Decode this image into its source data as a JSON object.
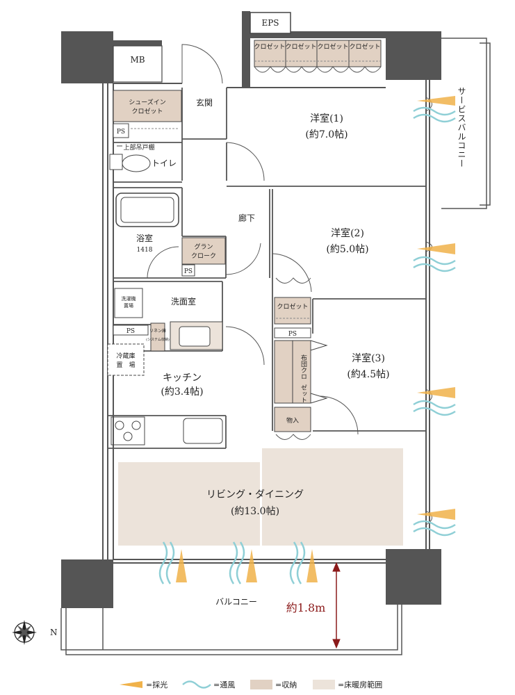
{
  "colors": {
    "storage": "#e1d1c3",
    "floor_heating": "#ece3da",
    "wall": "#555555",
    "light_arrow": "#f0b24a",
    "wind": "#8fcfd6",
    "dimension": "#8b1a1a"
  },
  "labels": {
    "eps": "EPS",
    "mb": "MB",
    "closets": [
      "クロゼット",
      "クロゼット",
      "クロゼット",
      "クロゼット"
    ],
    "shoes_closet": [
      "シューズイン",
      "クロゼット"
    ],
    "ps1": "PS",
    "entrance": "玄関",
    "upper_shelf": "上部吊戸棚",
    "toilet": "トイレ",
    "bath": "浴室",
    "bath_size": "1418",
    "grand_cloak": [
      "グラン",
      "クローク"
    ],
    "ps2": "PS",
    "hallway": "廊下",
    "washroom": "洗面室",
    "washer": [
      "洗濯機",
      "置場"
    ],
    "linen": [
      "リネン庫",
      "(システム収納)"
    ],
    "ps3": "PS",
    "fridge": [
      "冷蔵庫",
      "置　場"
    ],
    "kitchen": [
      "キッチン",
      "(約3.4帖)"
    ],
    "western1": [
      "洋室(1)",
      "(約7.0帖)"
    ],
    "western2": [
      "洋室(2)",
      "(約5.0帖)"
    ],
    "western3": [
      "洋室(3)",
      "(約4.5帖)"
    ],
    "closet2": "クロゼット",
    "ps4": "PS",
    "futon": [
      "布団クロ",
      "ゼット"
    ],
    "monoire": "物入",
    "living": [
      "リビング・ダイニング",
      "(約13.0帖)"
    ],
    "balcony": "バルコニー",
    "service_balcony": "サービスバルコニー",
    "dimension": "約1.8m",
    "compass_n": "N"
  },
  "legend": {
    "light": "=採光",
    "wind": "=通風",
    "storage": "=収納",
    "heating": "=床暖房範囲"
  }
}
